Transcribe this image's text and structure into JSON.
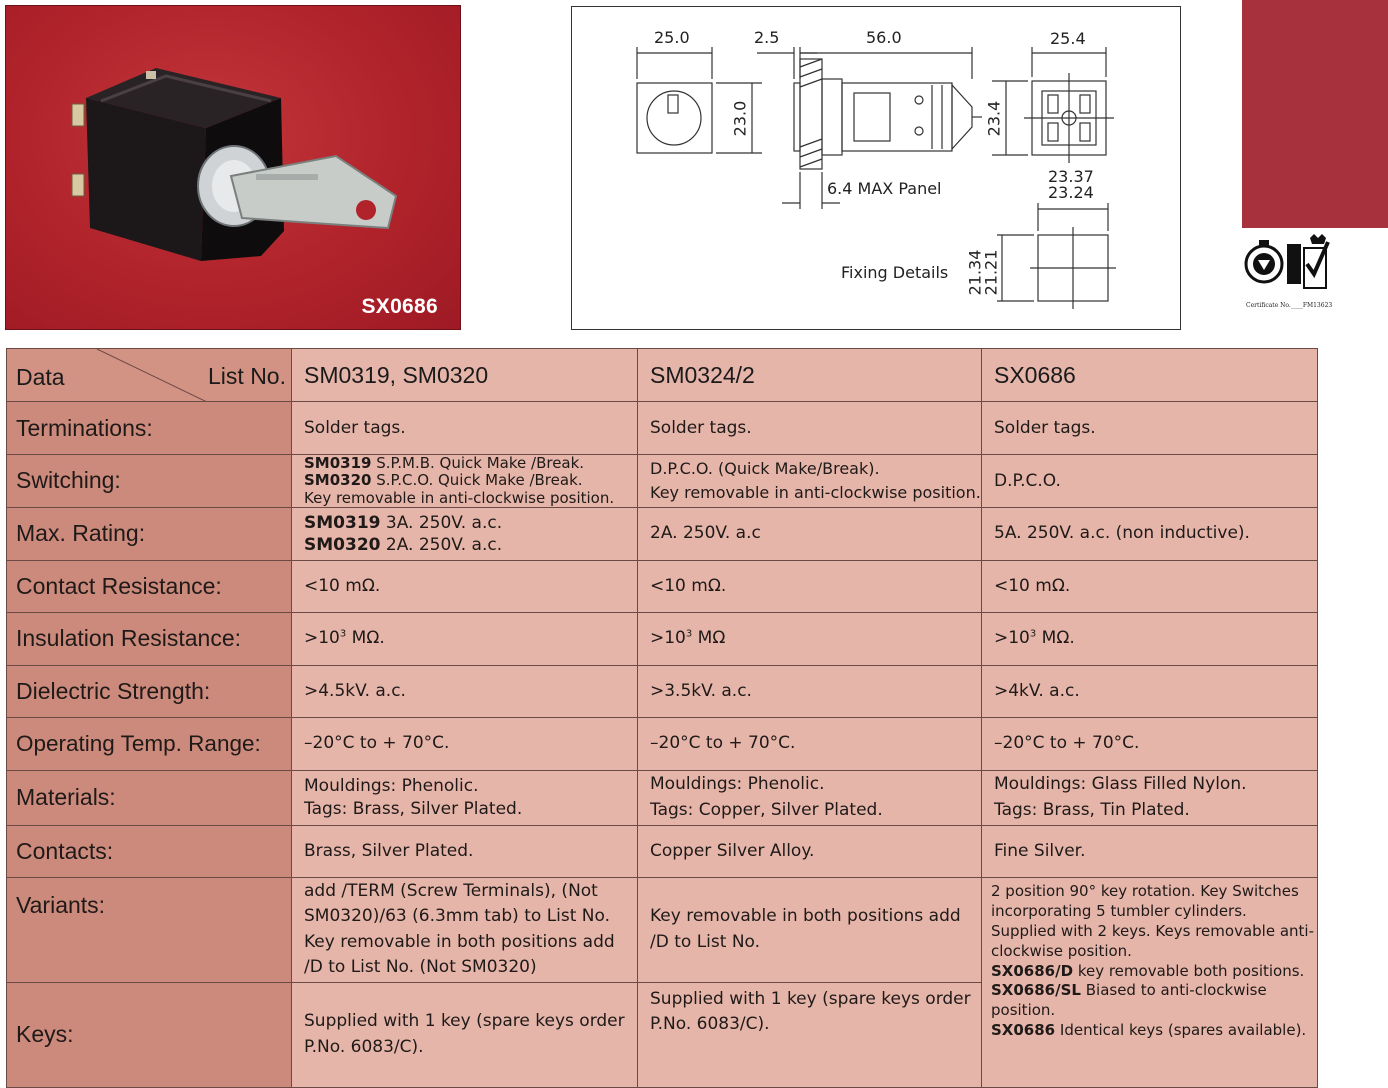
{
  "photo": {
    "caption": "SX0686"
  },
  "drawing": {
    "dims": {
      "d1": "25.0",
      "d2": "2.5",
      "d3": "56.0",
      "d4": "25.4",
      "d5": "23.0",
      "d6": "23.4",
      "d7": "23.37",
      "d8": "23.24",
      "d9": "21.34",
      "d10": "21.21"
    },
    "panel_label": "6.4  MAX  Panel",
    "fixing_label": "Fixing  Details"
  },
  "cert": {
    "text": "Certificate No.",
    "number": "FM13623"
  },
  "table": {
    "corner": {
      "data": "Data",
      "list": "List No."
    },
    "columns": [
      "SM0319, SM0320",
      "SM0324/2",
      "SX0686"
    ],
    "rows": {
      "terminations": {
        "label": "Terminations:",
        "c1": "Solder tags.",
        "c2": "Solder tags.",
        "c3": "Solder tags."
      },
      "switching": {
        "label": "Switching:",
        "c1_a_bold": "SM0319",
        "c1_a": " S.P.M.B. Quick Make /Break.",
        "c1_b_bold": "SM0320",
        "c1_b": " S.P.C.O. Quick Make /Break.",
        "c1_c": "Key removable in anti-clockwise position.",
        "c2_a": "D.P.C.O. (Quick Make/Break).",
        "c2_b": "Key removable in anti-clockwise position.",
        "c3": "D.P.C.O."
      },
      "max_rating": {
        "label": "Max. Rating:",
        "c1_a_bold": "SM0319",
        "c1_a": " 3A. 250V. a.c.",
        "c1_b_bold": "SM0320",
        "c1_b": " 2A. 250V. a.c.",
        "c2": "2A. 250V. a.c",
        "c3": "5A. 250V. a.c. (non inductive)."
      },
      "contact_resistance": {
        "label": "Contact Resistance:",
        "c1": "<10 mΩ.",
        "c2": "<10 mΩ.",
        "c3": "<10 mΩ."
      },
      "insulation_resistance": {
        "label": "Insulation Resistance:",
        "c1_pre": ">10",
        "c1_sup": "3",
        "c1_post": " MΩ.",
        "c2_pre": ">10",
        "c2_sup": "3",
        "c2_post": " MΩ",
        "c3_pre": ">10",
        "c3_sup": "3",
        "c3_post": " MΩ."
      },
      "dielectric_strength": {
        "label": "Dielectric Strength:",
        "c1": ">4.5kV. a.c.",
        "c2": ">3.5kV. a.c.",
        "c3": ">4kV. a.c."
      },
      "operating_temp": {
        "label": "Operating Temp. Range:",
        "c1": "–20°C to + 70°C.",
        "c2": "–20°C to + 70°C.",
        "c3": "–20°C to + 70°C."
      },
      "materials": {
        "label": "Materials:",
        "c1_a": "Mouldings: Phenolic.",
        "c1_b": "Tags: Brass, Silver Plated.",
        "c2_a": "Mouldings: Phenolic.",
        "c2_b": "Tags: Copper, Silver Plated.",
        "c3_a": "Mouldings: Glass Filled Nylon.",
        "c3_b": "Tags: Brass, Tin Plated."
      },
      "contacts": {
        "label": "Contacts:",
        "c1": "Brass, Silver Plated.",
        "c2": "Copper Silver Alloy.",
        "c3": "Fine Silver."
      },
      "variants": {
        "label": "Variants:",
        "c1_a": "add /TERM (Screw Terminals), (Not",
        "c1_b": "SM0320)/63 (6.3mm tab) to List No.",
        "c1_c": "Key removable in both positions add",
        "c1_d": "/D to List No. (Not SM0320)",
        "c2_a": "Key removable in both positions add",
        "c2_b": "/D to List No."
      },
      "keys": {
        "label": "Keys:",
        "c1_a": "Supplied with 1 key (spare keys order",
        "c1_b": "P.No. 6083/C).",
        "c2_a": "Supplied with 1 key (spare keys order",
        "c2_b": "P.No. 6083/C)."
      },
      "sx0686_notes": {
        "l1": "2 position 90° key rotation. Key Switches",
        "l2": "incorporating 5 tumbler cylinders.",
        "l3": "Supplied with 2 keys. Keys removable anti-",
        "l4": "clockwise position.",
        "l5_bold": "SX0686/D",
        "l5": " key removable both positions.",
        "l6_bold": "SX0686/SL",
        "l6": " Biased to anti-clockwise",
        "l7": "position.",
        "l8_bold": "SX0686",
        "l8": " Identical keys (spares available)."
      }
    }
  }
}
